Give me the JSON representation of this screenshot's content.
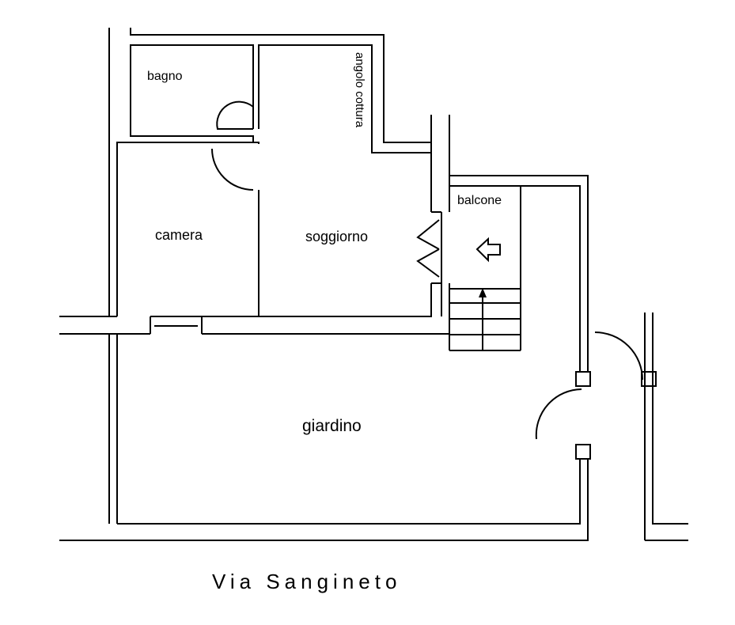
{
  "rooms": {
    "bagno": "bagno",
    "angolo_cottura": "angolo cottura",
    "camera": "camera",
    "soggiorno": "soggiorno",
    "balcone": "balcone",
    "giardino": "giardino"
  },
  "street": "Via Sangineto"
}
